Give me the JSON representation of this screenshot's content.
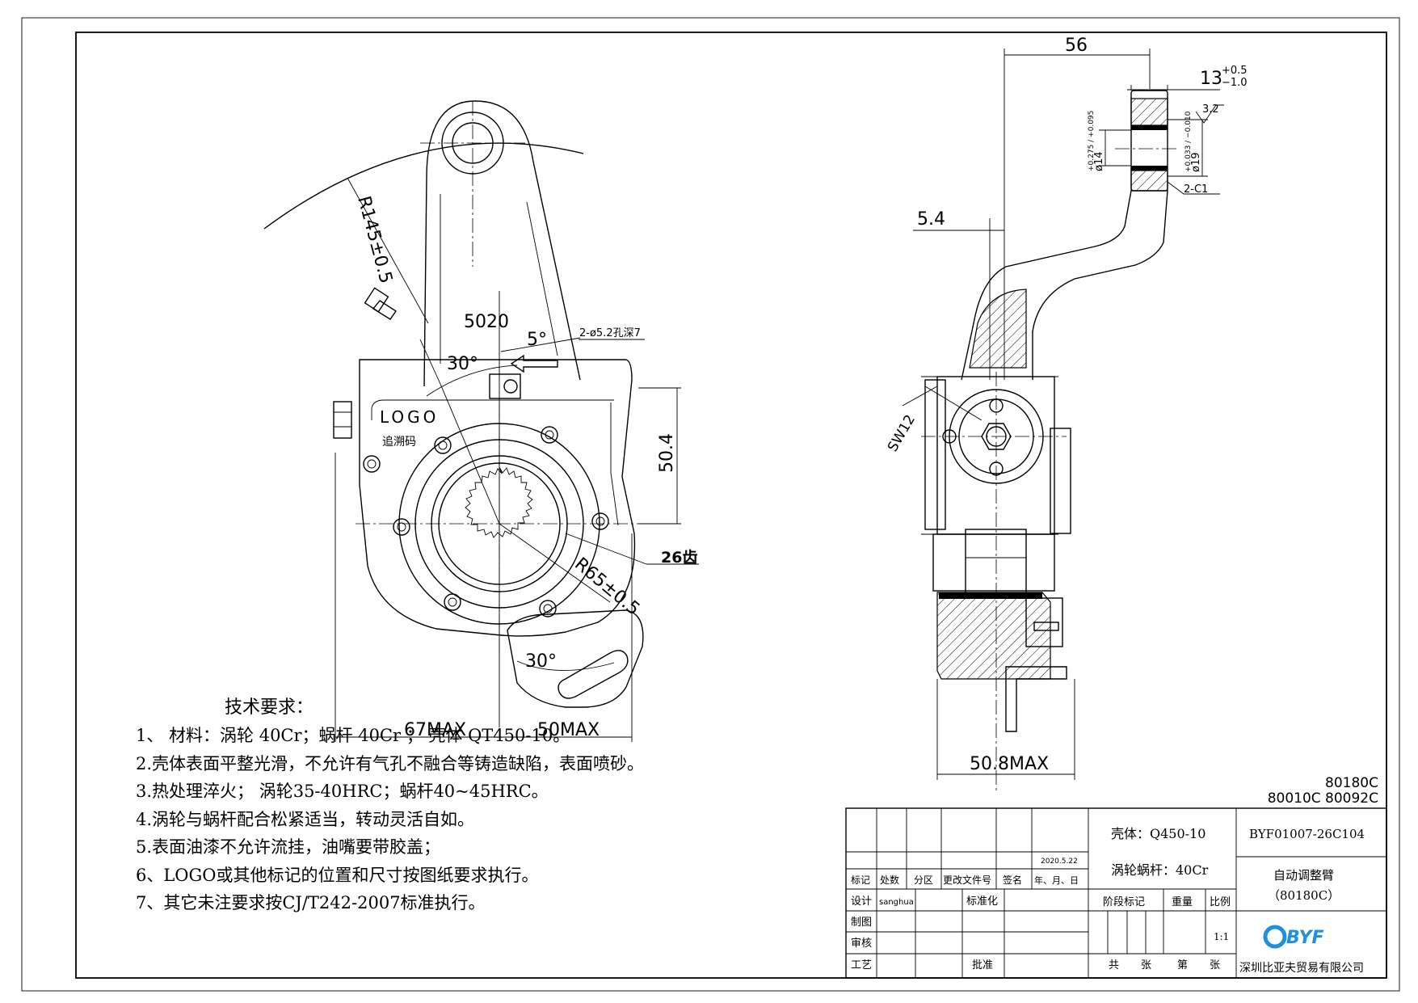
{
  "dimensions": {
    "radius_outer": "R145±0.5",
    "dim_5020": "5020",
    "angle_30_top": "30°",
    "angle_5": "5°",
    "hole_note": "2-ø5.2孔深7",
    "height_50_4": "50.4",
    "teeth": "26齿",
    "radius_65": "R65±0.5",
    "angle_30_bottom": "30°",
    "width_67max": "67MAX",
    "width_50max": "50MAX",
    "width_56": "56",
    "width_13": "13",
    "tol_13_upper": "+0.5",
    "tol_13_lower": "−1.0",
    "dia_14": "ø14",
    "tol_14": "+0.275 / +0.095",
    "dia_19": "ø19",
    "tol_19": "+0.033 / −0.010",
    "roughness": "3.2",
    "chamfer": "2-C1",
    "offset_5_4": "5.4",
    "wrench": "SW12",
    "width_50_8max": "50.8MAX"
  },
  "labels": {
    "logo": "LOGO",
    "trace_code": "追溯码"
  },
  "notes": {
    "title": "技术要求：",
    "lines": [
      "1、 材料：涡轮 40Cr；蜗杆 40Cr ；  壳体 QT450-10。",
      "2.壳体表面平整光滑，不允许有气孔不融合等铸造缺陷，表面喷砂。",
      "3.热处理淬火；  涡轮35-40HRC；蜗杆40~45HRC。",
      "4.涡轮与蜗杆配合松紧适当，转动灵活自如。",
      "5.表面油漆不允许流挂，油嘴要带胶盖；",
      "6、LOGO或其他标记的位置和尺寸按图纸要求执行。",
      "7、其它未注要求按CJ/T242-2007标准执行。"
    ]
  },
  "model_codes": {
    "line1": "80180C",
    "line2": "80010C  80092C"
  },
  "title_block": {
    "date": "2020.5.22",
    "rev_headers": [
      "标记",
      "处数",
      "分区",
      "更改文件号",
      "签名",
      "年、月、日"
    ],
    "design_label": "设计",
    "designer": "sanghua",
    "standardize_label": "标准化",
    "draft_label": "制图",
    "review_label": "审核",
    "process_label": "工艺",
    "approve_label": "批准",
    "material_1": "壳体：Q450-10",
    "material_2": "涡轮蜗杆：40Cr",
    "stage_label": "阶段标记",
    "weight_label": "重量",
    "scale_label": "比例",
    "scale_value": "1:1",
    "sheet_total_1": "共",
    "sheet_total_2": "张",
    "sheet_no_1": "第",
    "sheet_no_2": "张",
    "drawing_no": "BYF01007-26C104",
    "part_name": "自动调整臂",
    "part_model": "（80180C）",
    "brand": "BYF",
    "company": "深圳比亚夫贸易有限公司"
  },
  "colors": {
    "brand_blue": "#1f8fe0",
    "ink": "#000000"
  }
}
